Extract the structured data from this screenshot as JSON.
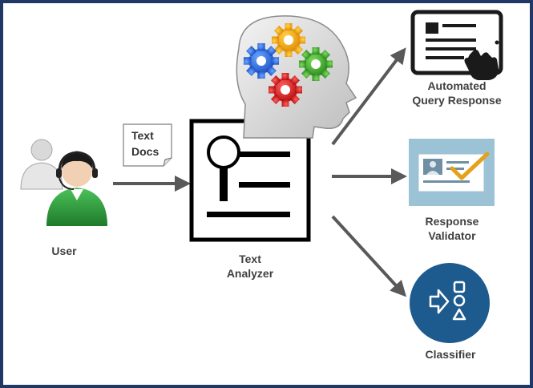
{
  "nodes": {
    "user": {
      "label": "User"
    },
    "text_docs": {
      "line1": "Text",
      "line2": "Docs"
    },
    "text_analyzer": {
      "line1": "Text",
      "line2": "Analyzer"
    },
    "query_response": {
      "line1": "Automated",
      "line2": "Query Response"
    },
    "response_validator": {
      "line1": "Response",
      "line2": "Validator"
    },
    "classifier": {
      "label": "Classifier"
    }
  },
  "colors": {
    "frame": "#1f3864",
    "arrow": "#595959",
    "label": "#404040",
    "classifier_bg": "#1d5b8e",
    "validator_bg": "#9cc3d5",
    "check": "#e5a11a",
    "user_green": "#2e9a3a"
  },
  "icons": {
    "user": "user-headset-icon",
    "brain": "brain-gears-icon",
    "analyzer": "magnifier-document-icon",
    "tablet": "tablet-touch-icon",
    "validator": "id-card-check-icon",
    "classifier": "classifier-shapes-icon"
  }
}
